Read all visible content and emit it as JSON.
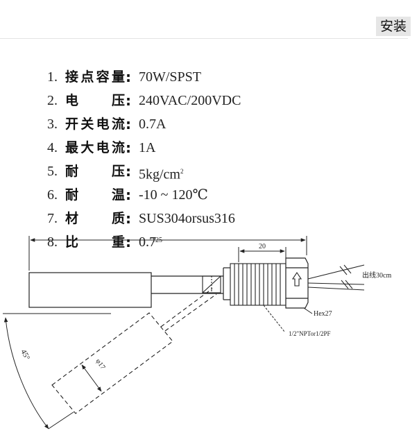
{
  "header": {
    "tag": "安装"
  },
  "specs": [
    {
      "num": "1.",
      "label": "接点容量",
      "colon": ":",
      "value": "70W/SPST"
    },
    {
      "num": "2.",
      "label": "电压",
      "colon": ":",
      "value": "240VAC/200VDC"
    },
    {
      "num": "3.",
      "label": "开关电流",
      "colon": ":",
      "value": "0.7A"
    },
    {
      "num": "4.",
      "label": "最大电流",
      "colon": ":",
      "value": "1A"
    },
    {
      "num": "5.",
      "label": "耐压",
      "colon": ":",
      "value": "5kg/cm",
      "sup": "2"
    },
    {
      "num": "6.",
      "label": "耐温",
      "colon": ":",
      "value": "-10 ~ 120℃"
    },
    {
      "num": "7.",
      "label": "材质",
      "colon": ":",
      "value": "SUS304orsus316"
    },
    {
      "num": "8.",
      "label": "比重",
      "colon": ":",
      "value": "0.7"
    }
  ],
  "drawing": {
    "dim_overall": "125",
    "dim_thread": "20",
    "wire_label": "出线30cm",
    "hex_label": "Hex27",
    "thread_spec": "1/2\"NPTor1/2PF",
    "angle_label": "45°",
    "diameter_label": "φ17"
  }
}
